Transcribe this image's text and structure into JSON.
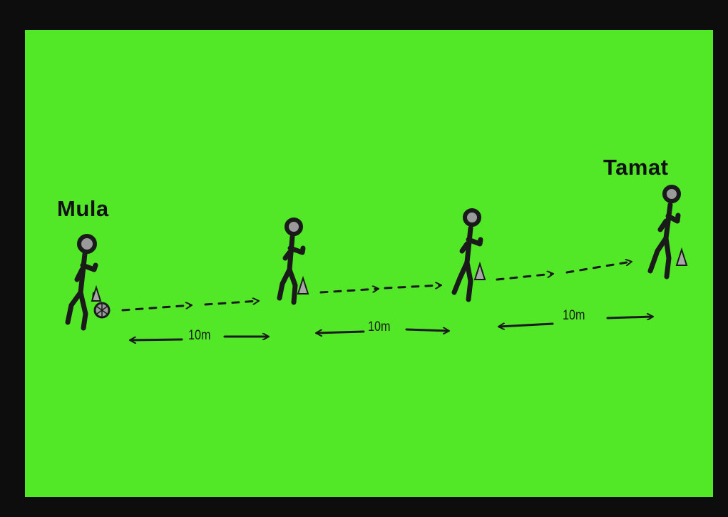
{
  "labels": {
    "start": "Mula",
    "finish": "Tamat"
  },
  "distances": [
    "10m",
    "10m",
    "10m"
  ],
  "colors": {
    "field": "#52e828",
    "border": "#0d0d0d",
    "figure": "#1a1a1a",
    "head_fill": "#9a9a9a",
    "cone": "#a8a8a8"
  },
  "players": [
    {
      "role": "start-player-with-ball"
    },
    {
      "role": "player-2"
    },
    {
      "role": "player-3"
    },
    {
      "role": "finish-player"
    }
  ]
}
